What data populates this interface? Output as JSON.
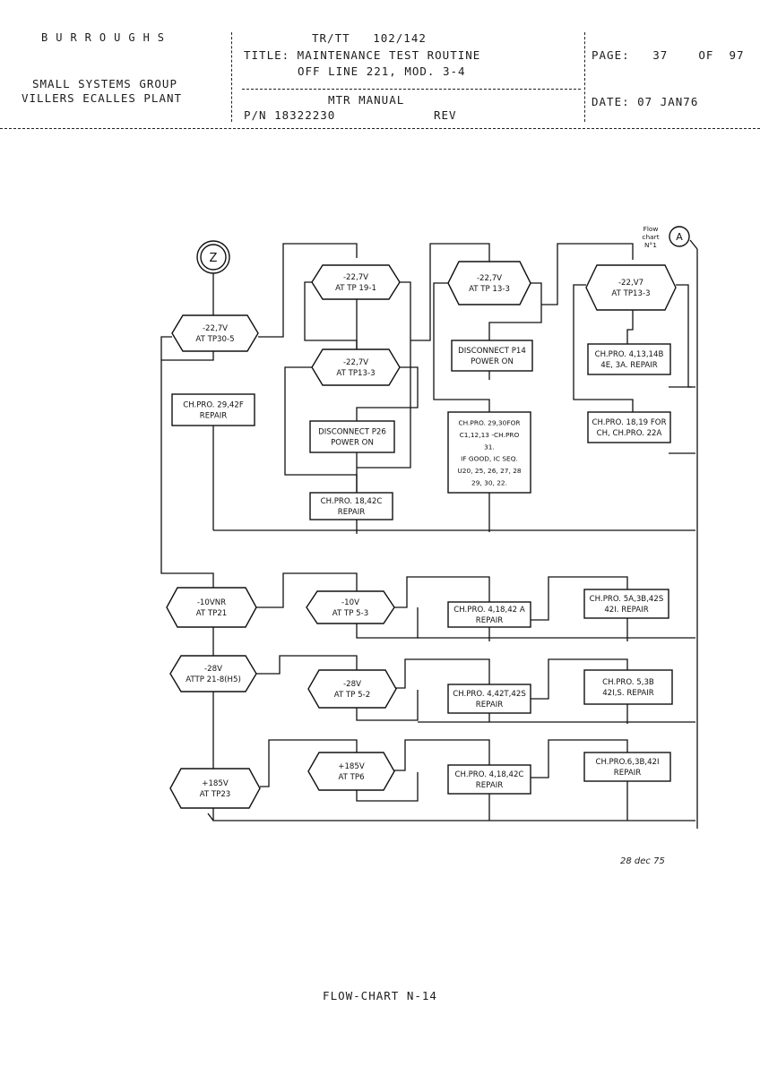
{
  "header": {
    "company": "BURROUGHS",
    "group_line1": "SMALL SYSTEMS GROUP",
    "group_line2": "VILLERS ECALLES PLANT",
    "doc_ref": "TR/TT   102/142",
    "title_line1": "TITLE: MAINTENANCE TEST ROUTINE",
    "title_line2": "OFF LINE 221, MOD. 3-4",
    "manual": "MTR MANUAL",
    "part_number": "P/N 18322230",
    "rev": "REV",
    "page_label": "PAGE:   37    OF  97",
    "date_label": "DATE: 07 JAN76"
  },
  "flowchart": {
    "start_connector": "Z",
    "end_connector": "A",
    "end_connector_note_1": "Flow",
    "end_connector_note_2": "chart",
    "end_connector_note_3": "N°1",
    "nodes": {
      "d_tp30_5": [
        "-22,7V",
        "AT TP30-5"
      ],
      "r_pro29": [
        "CH.PRO. 29,42F",
        "REPAIR"
      ],
      "d_tp19_1": [
        "-22,7V",
        "AT TP 19-1"
      ],
      "d_tp13_3a": [
        "-22,7V",
        "AT TP13-3"
      ],
      "p_disc_p26": [
        "DISCONNECT P26",
        "POWER ON"
      ],
      "r_pro18_42c": [
        "CH.PRO. 18,42C",
        "REPAIR"
      ],
      "d_tp13_3b": [
        "-22,7V",
        "AT TP 13-3"
      ],
      "p_disc_p14": [
        "DISCONNECT P14",
        "POWER ON"
      ],
      "r_pro29_30": [
        "CH.PRO. 29,30FOR",
        "C1,12,13 -CH.PRO",
        "31.",
        "IF GOOD, IC SEQ.",
        "U20, 25, 26, 27, 28",
        "29, 30, 22."
      ],
      "d_tp13_3c": [
        "-22,V7",
        "AT TP13-3"
      ],
      "r_pro4_13": [
        "CH.PRO. 4,13,14B",
        "4E, 3A. REPAIR"
      ],
      "r_pro18_19": [
        "CH.PRO. 18,19 FOR",
        "CH, CH.PRO. 22A"
      ],
      "d_tp21": [
        "-10VNR",
        "AT TP21"
      ],
      "d_tp5_3": [
        "-10V",
        "AT TP 5-3"
      ],
      "r_pro4_18_42a": [
        "CH.PRO. 4,18,42 A",
        "REPAIR"
      ],
      "r_pro5a": [
        "CH.PRO. 5A,3B,42S",
        "42I. REPAIR"
      ],
      "d_tp21_8": [
        "-28V",
        "ATTP 21-8(H5)"
      ],
      "d_tp5_2": [
        "-28V",
        "AT TP 5-2"
      ],
      "r_pro4_42t": [
        "CH.PRO. 4,42T,42S",
        "REPAIR"
      ],
      "r_pro5_3b": [
        "CH.PRO. 5,3B",
        "42I,S. REPAIR"
      ],
      "d_tp23": [
        "+185V",
        "AT TP23"
      ],
      "d_tp6": [
        "+185V",
        "AT TP6"
      ],
      "r_pro4_18_42c": [
        "CH.PRO. 4,18,42C",
        "REPAIR"
      ],
      "r_pro6": [
        "CH.PRO.6,3B,42I",
        "REPAIR"
      ]
    }
  },
  "signature_date": "28 dec 75",
  "footer": "FLOW-CHART N-14"
}
